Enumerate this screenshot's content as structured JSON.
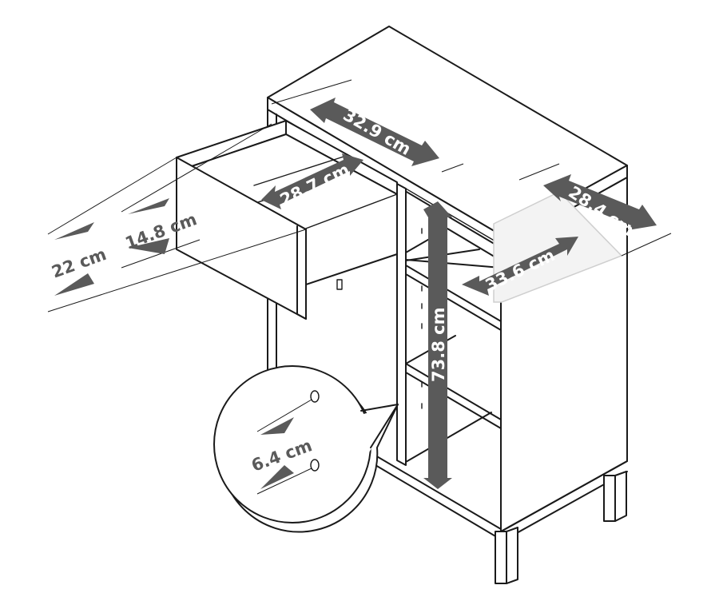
{
  "dimensions": {
    "top_width": "32.9 cm",
    "drawer_inner_width": "28.7 cm",
    "drawer_height": "14.8 cm",
    "drawer_front_height": "22 cm",
    "shelf_depth": "28.4 cm",
    "shelf_width": "33.6 cm",
    "open_height": "73.8 cm",
    "shelf_hole_spacing": "6.4 cm"
  },
  "colors": {
    "line": "#1a1a1a",
    "dimension_arrow": "#5a5a5a",
    "background": "#ffffff"
  }
}
